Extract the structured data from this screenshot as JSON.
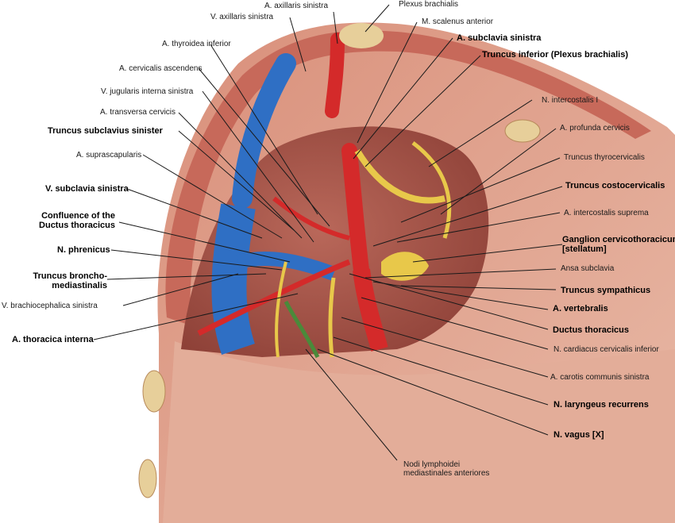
{
  "illustration": {
    "colors": {
      "background": "#ffffff",
      "chest_wall": "#d9a08c",
      "muscle": "#c7695a",
      "pleura": "#e8b9a6",
      "artery": "#d42a2a",
      "vein": "#2f6fc4",
      "nerve": "#e8c84a",
      "lymph": "#4a8a3a",
      "rib": "#e7cf9a",
      "leader_line": "#1a1a1a"
    }
  },
  "labels": {
    "axillaris_sinistra": "A. axillaris sinistra",
    "plexus_brachialis": "Plexus brachialis",
    "v_axillaris_sinistra": "V. axillaris sinistra",
    "scalenus_anterior": "M. scalenus anterior",
    "thyroidea_inferior": "A. thyroidea inferior",
    "subclavia_sinistra": "A. subclavia sinistra",
    "cervicalis_ascendens": "A. cervicalis ascendens",
    "truncus_inferior": "Truncus inferior (Plexus brachialis)",
    "jugularis_interna": "V. jugularis interna sinistra",
    "intercostalis_I": "N. intercostalis I",
    "transversa_cervicis": "A. transversa cervicis",
    "profunda_cervicis": "A. profunda cervicis",
    "subclavius_sinister": "Truncus subclavius sinister",
    "suprascapularis": "A. suprascapularis",
    "thyrocervicalis": "Truncus thyrocervicalis",
    "v_subclavia_sinistra": "V. subclavia sinistra",
    "costocervicalis": "Truncus costocervicalis",
    "confluence_1": "Confluence of the",
    "confluence_2": "Ductus thoracicus",
    "intercostalis_suprema": "A. intercostalis suprema",
    "ganglion_1": "Ganglion cervicothoracicum",
    "ganglion_2": "[stellatum]",
    "phrenicus": "N. phrenicus",
    "ansa_subclavia": "Ansa subclavia",
    "broncho_1": "Truncus broncho-",
    "broncho_2": "mediastinalis",
    "sympathicus": "Truncus sympathicus",
    "brachiocephalica": "V. brachiocephalica sinistra",
    "vertebralis": "A. vertebralis",
    "ductus_thoracicus": "Ductus thoracicus",
    "thoracica_interna": "A. thoracica interna",
    "cardiacus": "N. cardiacus cervicalis inferior",
    "carotis": "A. carotis communis sinistra",
    "laryngeus": "N. laryngeus recurrens",
    "vagus": "N. vagus [X]",
    "nodi_1": "Nodi lymphoidei",
    "nodi_2": "mediastinales anteriores"
  }
}
